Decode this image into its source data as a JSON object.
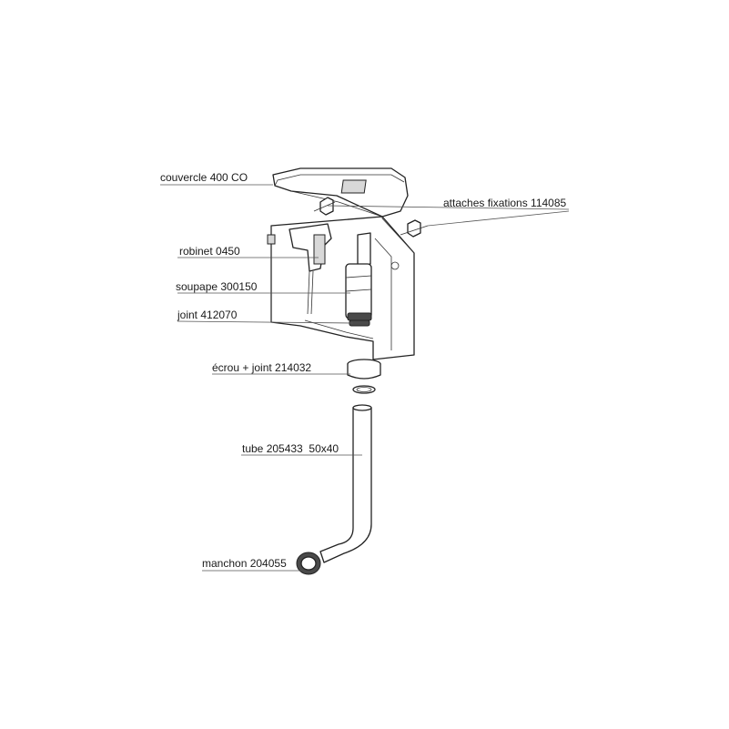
{
  "labels": {
    "cover": "couvercle 400 CO",
    "clips": "attaches fixations 114085",
    "valve": "robinet 0450",
    "flush_valve": "soupape 300150",
    "gasket": "joint 412070",
    "nut_gasket": "écrou + joint 214032",
    "tube": "tube 205433  50x40",
    "sleeve": "manchon 204055"
  }
}
